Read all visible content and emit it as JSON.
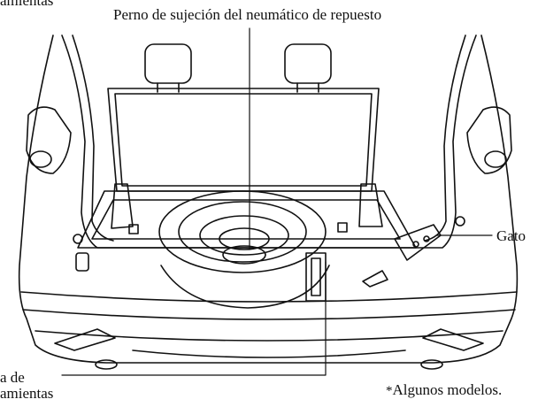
{
  "labels": {
    "top_left_fragment": "amientas",
    "top_center": "Perno de sujeción del neumático de repuesto",
    "right": "Gato",
    "bottom_left_line1": "a de",
    "bottom_left_line2": "amientas",
    "footnote_star": "*",
    "footnote_text": "Algunos modelos."
  }
}
